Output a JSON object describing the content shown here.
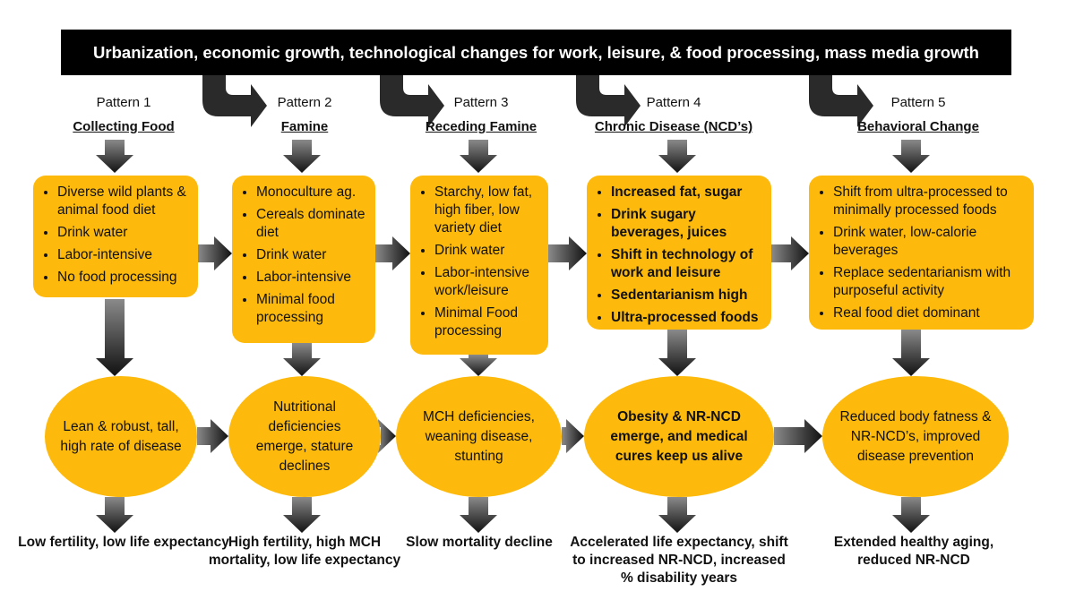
{
  "banner": "Urbanization, economic growth, technological changes for work, leisure, & food processing, mass media growth",
  "patterns": [
    {
      "number": "Pattern 1",
      "name": "Collecting Food",
      "items": [
        "Diverse wild plants & animal food diet",
        "Drink water",
        "Labor-intensive",
        "No food processing"
      ],
      "outcome": "Lean & robust, tall, high rate of disease",
      "result": "Low fertility, low  life expectancy"
    },
    {
      "number": "Pattern 2",
      "name": "Famine",
      "items": [
        "Monoculture ag.",
        "Cereals dominate diet",
        "Drink water",
        "Labor-intensive",
        "Minimal food processing"
      ],
      "outcome": "Nutritional deficiencies emerge, stature declines",
      "result": "High fertility, high MCH mortality, low life expectancy"
    },
    {
      "number": "Pattern 3",
      "name": "Receding Famine",
      "items": [
        "Starchy, low fat, high fiber, low variety diet",
        "Drink water",
        "Labor-intensive work/leisure",
        "Minimal Food processing"
      ],
      "outcome": "MCH deficiencies, weaning disease, stunting",
      "result": "Slow mortality decline"
    },
    {
      "number": "Pattern 4",
      "name": "Chronic Disease (NCD’s)",
      "items": [
        "Increased fat, sugar",
        "Drink sugary beverages, juices",
        "Shift in technology of work and leisure",
        "Sedentarianism high",
        "Ultra-processed foods"
      ],
      "outcome": "Obesity & NR-NCD emerge, and medical cures keep us alive",
      "result": "Accelerated life expectancy, shift to increased NR-NCD, increased % disability years"
    },
    {
      "number": "Pattern 5",
      "name": "Behavioral Change",
      "items": [
        "Shift from ultra-processed to minimally processed foods",
        "Drink water, low-calorie beverages",
        "Replace sedentarianism with purposeful activity",
        "Real food diet dominant"
      ],
      "outcome": "Reduced body fatness & NR-NCD’s, improved disease prevention",
      "result": "Extended healthy aging, reduced NR-NCD"
    }
  ]
}
